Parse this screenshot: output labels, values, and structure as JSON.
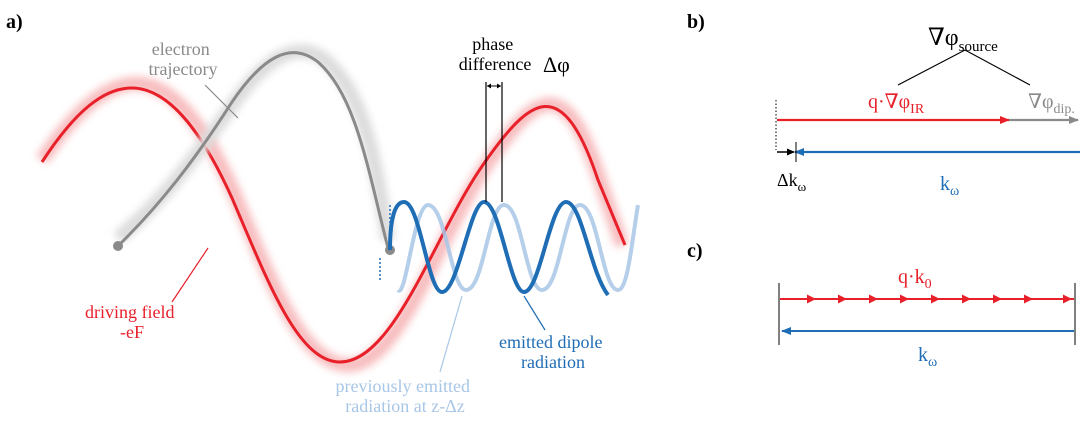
{
  "panels": {
    "a": {
      "label": "a)",
      "electron_trajectory": "electron\ntrajectory",
      "phase_difference": "phase\ndifference",
      "delta_phi": "Δφ",
      "driving_field": "driving field\n-eF",
      "emitted_dipole": "emitted dipole\nradiation",
      "previously_emitted": "previously emitted\nradiation at z-Δz"
    },
    "b": {
      "label": "b)",
      "grad_source": "∇φ",
      "grad_source_sub": "source",
      "q_grad_ir": "q·∇φ",
      "q_grad_ir_sub": "IR",
      "grad_dip": "∇φ",
      "grad_dip_sub": "dip.",
      "delta_k": "Δk",
      "delta_k_sub": "ω",
      "k_omega": "k",
      "k_omega_sub": "ω"
    },
    "c": {
      "label": "c)",
      "q_k0": "q·k",
      "q_k0_sub": "0",
      "k_omega": "k",
      "k_omega_sub": "ω"
    }
  },
  "colors": {
    "red": "#e8202a",
    "red_glow": "#f7b6b8",
    "gray": "#8a8a8a",
    "gray_glow": "#dcdcdc",
    "blue": "#1f6db5",
    "light_blue": "#a8c6e6",
    "black": "#000000"
  }
}
